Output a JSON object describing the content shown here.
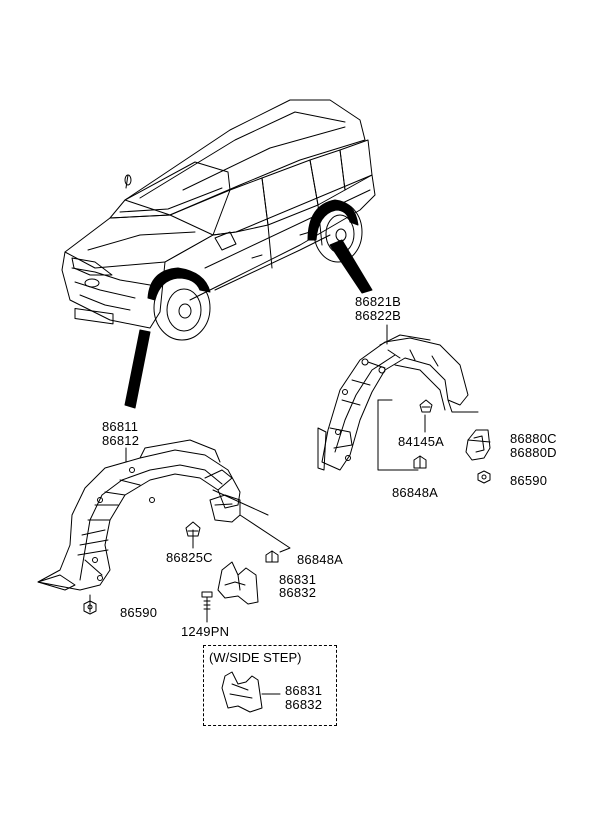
{
  "labels": {
    "rear_guard_rh": "86821B",
    "rear_guard_lh": "86822B",
    "front_guard_rh": "86811",
    "front_guard_lh": "86812",
    "rear_clip": "84145A",
    "rear_mudguard_rh": "86880C",
    "rear_mudguard_lh": "86880D",
    "rear_nut": "86590",
    "rear_screw": "86848A",
    "front_clip": "86825C",
    "front_screw": "86848A",
    "front_mudflap_rh": "86831",
    "front_mudflap_lh": "86832",
    "front_nut": "86590",
    "front_bolt": "1249PN"
  },
  "side_step_box": {
    "title": "(W/SIDE STEP)",
    "part_rh": "86831",
    "part_lh": "86832"
  }
}
